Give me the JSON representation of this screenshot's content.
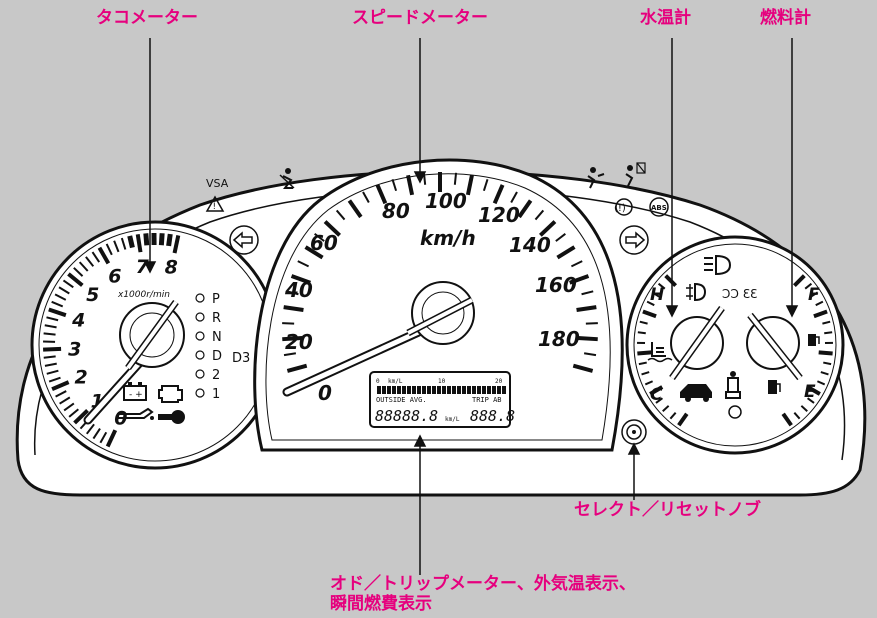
{
  "callouts": {
    "tachometer": "タコメーター",
    "speedometer": "スピードメーター",
    "temp_gauge": "水温計",
    "fuel_gauge": "燃料計",
    "select_reset_knob": "セレクト／リセットノブ",
    "odo_trip_line1": "オド／トリップメーター、外気温表示、",
    "odo_trip_line2": "瞬間燃費表示"
  },
  "panel": {
    "vsa_label": "VSA",
    "warning_symbol": "⚠",
    "brake_symbol": "(!)",
    "abs_symbol": "ABS"
  },
  "tachometer": {
    "numbers": [
      "0",
      "1",
      "2",
      "3",
      "4",
      "5",
      "6",
      "7",
      "8"
    ],
    "unit": "x1000r/min",
    "gear_labels": [
      "P",
      "R",
      "N",
      "D",
      "2",
      "1"
    ],
    "d3_label": "D3"
  },
  "speedometer": {
    "numbers": [
      "0",
      "20",
      "40",
      "60",
      "80",
      "100",
      "120",
      "140",
      "160",
      "180"
    ],
    "unit": "km/h"
  },
  "lcd": {
    "bar_labels": [
      "0",
      "km/L",
      "10",
      "20"
    ],
    "outside_label": "OUTSIDE AVG.",
    "trip_label": "TRIP AB",
    "odo_value": "88888.8",
    "odo_unit": "km/L",
    "trip_value": "888.8"
  },
  "temp": {
    "hot": "H",
    "cold": "C"
  },
  "fuel": {
    "full": "F",
    "empty": "E"
  },
  "icons": [
    "seatbelt-icon",
    "airbag-icon",
    "vsa-icon",
    "turn-left-icon",
    "turn-right-icon",
    "headlight-icon",
    "fog-icon",
    "battery-icon",
    "check-engine-icon",
    "oil-icon",
    "key-icon",
    "coolant-icon",
    "door-icon",
    "seat-icon",
    "fuel-pump-icon"
  ]
}
